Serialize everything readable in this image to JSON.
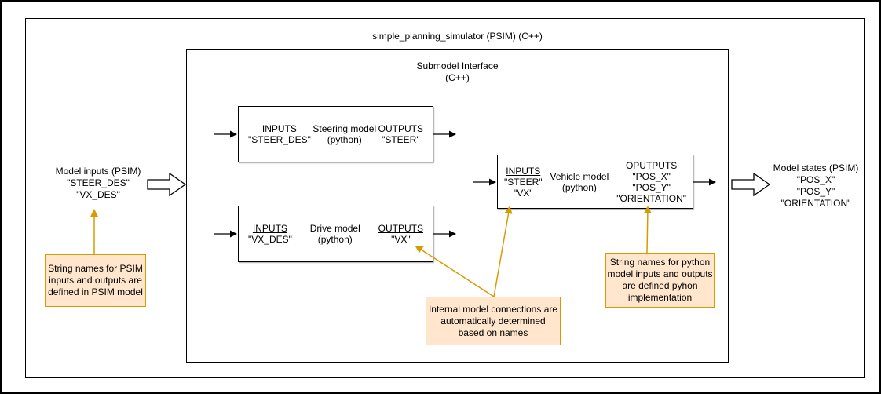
{
  "title": "simple_planning_simulator (PSIM) (C++)",
  "submodel": {
    "label_line1": "Submodel Interface",
    "label_line2": "(C++)"
  },
  "left_block": {
    "line1": "Model inputs (PSIM)",
    "line2": "\"STEER_DES\"",
    "line3": "\"VX_DES\""
  },
  "right_block": {
    "line1": "Model states (PSIM)",
    "line2": "\"POS_X\"",
    "line3": "\"POS_Y\"",
    "line4": "\"ORIENTATION\""
  },
  "models": {
    "steering": {
      "inputs_label": "INPUTS",
      "input1": "\"STEER_DES\"",
      "name_line1": "Steering model",
      "name_line2": "(python)",
      "outputs_label": "OUTPUTS",
      "output1": "\"STEER\""
    },
    "drive": {
      "inputs_label": "INPUTS",
      "input1": "\"VX_DES\"",
      "name_line1": "Drive model",
      "name_line2": "(python)",
      "outputs_label": "OUTPUTS",
      "output1": "\"VX\""
    },
    "vehicle": {
      "inputs_label": "INPUTS",
      "input1": "\"STEER\"",
      "input2": "\"VX\"",
      "name_line1": "Vehicle model",
      "name_line2": "(python)",
      "outputs_label": "OPUTPUTS",
      "output1": "\"POS_X\"",
      "output2": "\"POS_Y\"",
      "output3": "\"ORIENTATION\""
    }
  },
  "notes": {
    "psim_note": "String names for PSIM inputs and outputs are defined in PSIM model",
    "connections_note": "Internal model connections are automatically determined based on names",
    "python_note": "String names for python model inputs and outputs are defined pyhon implementation"
  },
  "colors": {
    "note_fill": "#FFE6CC",
    "note_border": "#D79B00",
    "annotation_arrow": "#D79B00",
    "box_border": "#000000",
    "flow_arrow": "#000000"
  }
}
